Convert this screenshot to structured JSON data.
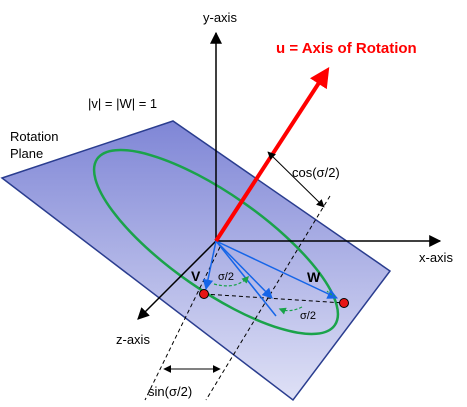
{
  "labels": {
    "y_axis": "y-axis",
    "x_axis": "x-axis",
    "z_axis": "z-axis",
    "u_axis": "u = Axis of Rotation",
    "norm": "|v| = |W| = 1",
    "plane_line1": "Rotation",
    "plane_line2": "Plane",
    "cos": "cos(σ/2)",
    "sin": "sin(σ/2)",
    "v": "V",
    "w": "W",
    "angle1": "σ/2",
    "angle2": "σ/2"
  },
  "colors": {
    "plane_top": "#7f86d6",
    "plane_bottom": "#dfe1f6",
    "plane_edge": "#2a3d8f",
    "ellipse": "#1aa34a",
    "rotation_axis": "#ff0000",
    "vectors": "#1565e8",
    "points": "#e81515",
    "axes": "#000000"
  }
}
